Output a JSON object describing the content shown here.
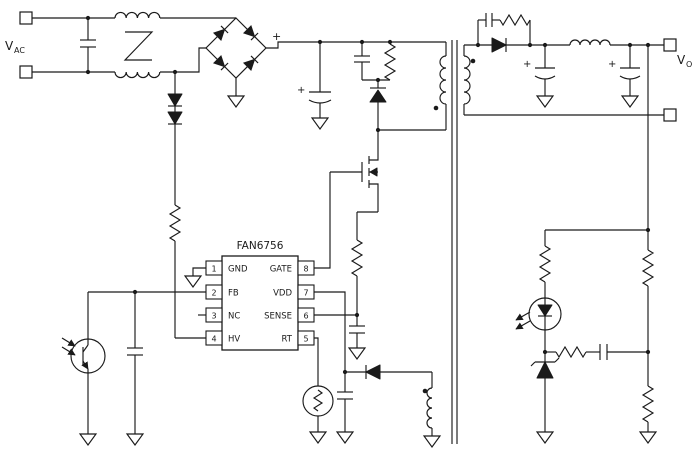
{
  "labels": {
    "vac_main": "V",
    "vac_sub": "AC",
    "vo_main": "V",
    "vo_sub": "O",
    "bridge_plus": "+",
    "bulk_cap_plus": "+",
    "out_cap1_plus": "+",
    "out_cap2_plus": "+"
  },
  "ic": {
    "title": "FAN6756",
    "pins_left": [
      {
        "num": "1",
        "name": "GND"
      },
      {
        "num": "2",
        "name": "FB"
      },
      {
        "num": "3",
        "name": "NC"
      },
      {
        "num": "4",
        "name": "HV"
      }
    ],
    "pins_right": [
      {
        "num": "8",
        "name": "GATE"
      },
      {
        "num": "7",
        "name": "VDD"
      },
      {
        "num": "6",
        "name": "SENSE"
      },
      {
        "num": "5",
        "name": "RT"
      }
    ]
  },
  "colors": {
    "stroke": "#1a1a1a",
    "background": "#ffffff"
  }
}
